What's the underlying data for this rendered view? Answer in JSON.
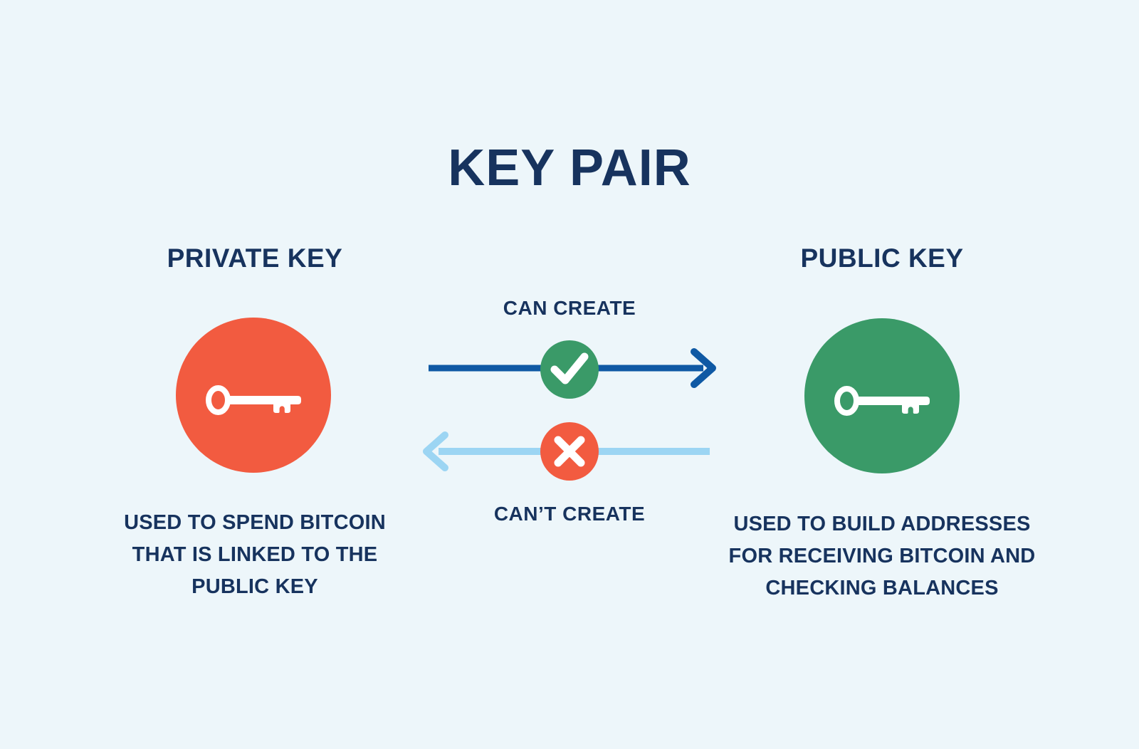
{
  "title": "KEY PAIR",
  "left": {
    "heading": "PRIVATE KEY",
    "icon": "key-icon",
    "lines": [
      "USED TO SPEND BITCOIN",
      "THAT IS LINKED TO THE",
      "PUBLIC KEY"
    ]
  },
  "right": {
    "heading": "PUBLIC KEY",
    "icon": "key-icon",
    "lines": [
      "USED TO BUILD ADDRESSES",
      "FOR RECEIVING BITCOIN AND",
      "CHECKING BALANCES"
    ]
  },
  "center": {
    "can_create": "CAN CREATE",
    "cant_create": "CAN’T CREATE",
    "forward_arrow": "right-arrow-with-checkmark",
    "backward_arrow": "left-arrow-with-cross"
  },
  "colors": {
    "background": "#edf6fa",
    "navy_text": "#17335e",
    "private_key_orange": "#f25b40",
    "public_key_green": "#3a9a68",
    "check_badge_green": "#3a9a68",
    "cross_badge_orange": "#f25b40",
    "arrow_dark_blue": "#0f59a4",
    "arrow_light_blue": "#9cd5f3",
    "icon_white": "#ffffff"
  }
}
